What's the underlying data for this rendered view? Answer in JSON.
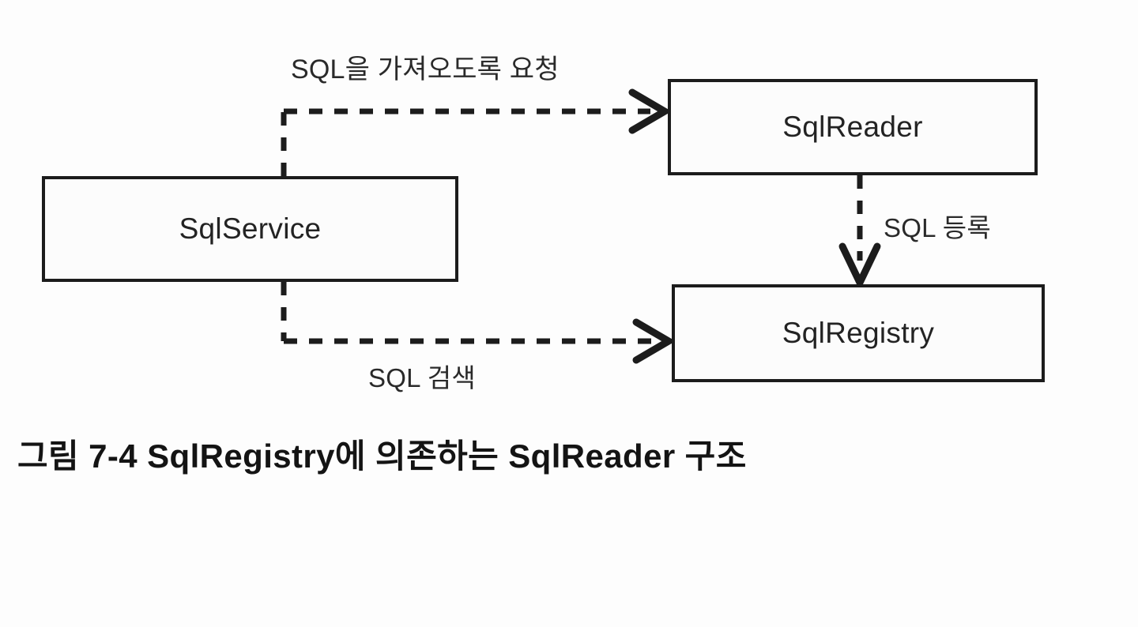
{
  "figure": {
    "caption": "그림 7-4 SqlRegistry에 의존하는 SqlReader 구조",
    "background_color": "#fdfdfd",
    "stroke_color": "#1c1c1c",
    "text_color": "#232323"
  },
  "nodes": [
    {
      "id": "sqlservice",
      "label": "SqlService"
    },
    {
      "id": "sqlreader",
      "label": "SqlReader"
    },
    {
      "id": "sqlregistry",
      "label": "SqlRegistry"
    }
  ],
  "edges": [
    {
      "id": "fetch-request",
      "from": "sqlservice",
      "to": "sqlreader",
      "label": "SQL을 가져오도록 요청",
      "style": "dashed",
      "arrowhead": "open-v"
    },
    {
      "id": "sql-register",
      "from": "sqlreader",
      "to": "sqlregistry",
      "label": "SQL 등록",
      "style": "dashed",
      "arrowhead": "open-v"
    },
    {
      "id": "sql-search",
      "from": "sqlservice",
      "to": "sqlregistry",
      "label": "SQL 검색",
      "style": "dashed",
      "arrowhead": "open-v"
    }
  ]
}
